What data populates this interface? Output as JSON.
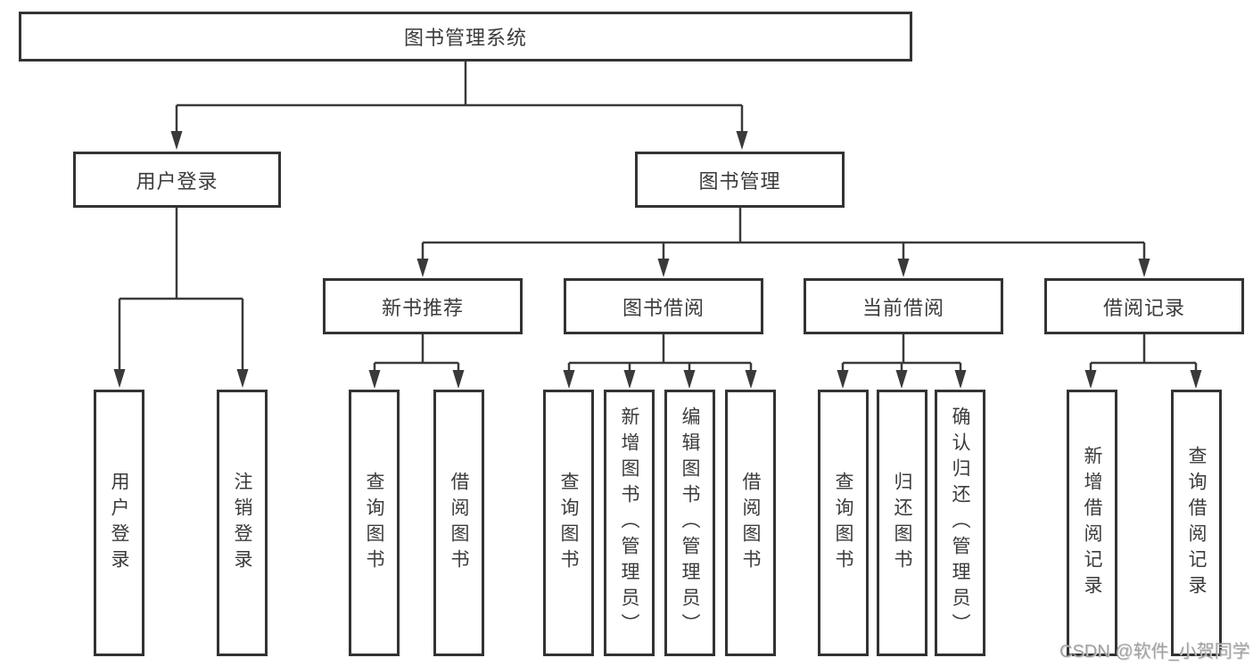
{
  "diagram": {
    "root": {
      "label": "图书管理系统",
      "children": [
        {
          "label": "用户登录",
          "children": [
            {
              "label": "用户登录"
            },
            {
              "label": "注销登录"
            }
          ]
        },
        {
          "label": "图书管理",
          "children": [
            {
              "label": "新书推荐",
              "children": [
                {
                  "label": "查询图书"
                },
                {
                  "label": "借阅图书"
                }
              ]
            },
            {
              "label": "图书借阅",
              "children": [
                {
                  "label": "查询图书"
                },
                {
                  "label": "新增图书（管理员）"
                },
                {
                  "label": "编辑图书（管理员）"
                },
                {
                  "label": "借阅图书"
                }
              ]
            },
            {
              "label": "当前借阅",
              "children": [
                {
                  "label": "查询图书"
                },
                {
                  "label": "归还图书"
                },
                {
                  "label": "确认归还（管理员）"
                }
              ]
            },
            {
              "label": "借阅记录",
              "children": [
                {
                  "label": "新增借阅记录"
                },
                {
                  "label": "查询借阅记录"
                }
              ]
            }
          ]
        }
      ]
    },
    "line_color": "#3a3a3a",
    "box_border_color": "#333333",
    "text_color": "#3b3b3b"
  },
  "watermark": {
    "text": "CSDN @软件_小贺同学"
  }
}
